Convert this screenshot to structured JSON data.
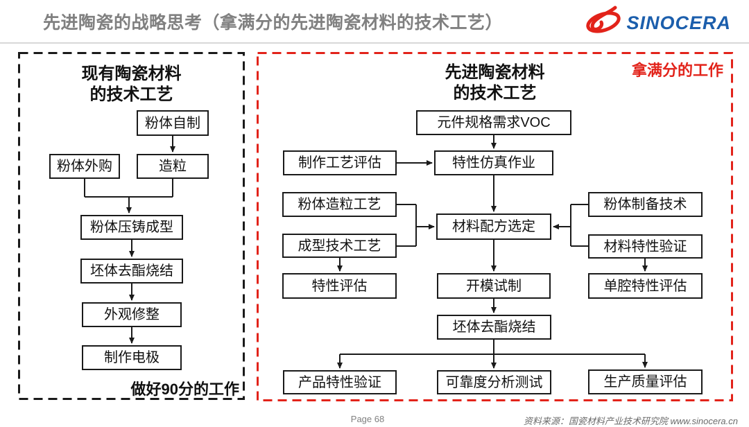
{
  "header": {
    "title": "先进陶瓷的战略思考（拿满分的先进陶瓷材料的技术工艺）",
    "logo_text": "SINOCERA"
  },
  "left_panel": {
    "title_line1": "现有陶瓷材料",
    "title_line2": "的技术工艺",
    "score_label": "做好90分的工作",
    "nodes": [
      "粉体自制",
      "粉体外购",
      "造粒",
      "粉体压铸成型",
      "坯体去酯烧结",
      "外观修整",
      "制作电极"
    ],
    "edges": [
      {
        "from": "粉体自制",
        "to": "造粒"
      },
      {
        "from": "粉体外购",
        "to": "粉体压铸成型"
      },
      {
        "from": "造粒",
        "to": "粉体压铸成型"
      },
      {
        "from": "粉体压铸成型",
        "to": "坯体去酯烧结"
      },
      {
        "from": "坯体去酯烧结",
        "to": "外观修整"
      },
      {
        "from": "外观修整",
        "to": "制作电极"
      }
    ]
  },
  "right_panel": {
    "title_line1": "先进陶瓷材料",
    "title_line2": "的技术工艺",
    "corner_label": "拿满分的工作",
    "nodes": [
      "元件规格需求VOC",
      "制作工艺评估",
      "特性仿真作业",
      "粉体造粒工艺",
      "成型技术工艺",
      "材料配方选定",
      "粉体制备技术",
      "材料特性验证",
      "特性评估",
      "开模试制",
      "单腔特性评估",
      "坯体去酯烧结",
      "产品特性验证",
      "可靠度分析测试",
      "生产质量评估"
    ],
    "edges": [
      {
        "from": "元件规格需求VOC",
        "to": "特性仿真作业"
      },
      {
        "from": "制作工艺评估",
        "to": "特性仿真作业"
      },
      {
        "from": "特性仿真作业",
        "to": "材料配方选定"
      },
      {
        "from": "粉体造粒工艺",
        "to": "材料配方选定"
      },
      {
        "from": "成型技术工艺",
        "to": "材料配方选定"
      },
      {
        "from": "粉体制备技术",
        "to": "材料配方选定"
      },
      {
        "from": "材料特性验证",
        "to": "材料配方选定"
      },
      {
        "from": "成型技术工艺",
        "to": "特性评估"
      },
      {
        "from": "材料特性验证",
        "to": "单腔特性评估"
      },
      {
        "from": "材料配方选定",
        "to": "开模试制"
      },
      {
        "from": "开模试制",
        "to": "坯体去酯烧结"
      },
      {
        "from": "坯体去酯烧结",
        "to": "产品特性验证"
      },
      {
        "from": "坯体去酯烧结",
        "to": "可靠度分析测试"
      },
      {
        "from": "坯体去酯烧结",
        "to": "生产质量评估"
      }
    ]
  },
  "footer": {
    "page": "Page 68",
    "source": "资料来源：国瓷材料产业技术研究院  www.sinocera.cn"
  },
  "colors": {
    "accent_red": "#E2231A",
    "logo_blue": "#1B5EAC",
    "title_gray": "#808080",
    "line_black": "#1a1a1a"
  }
}
